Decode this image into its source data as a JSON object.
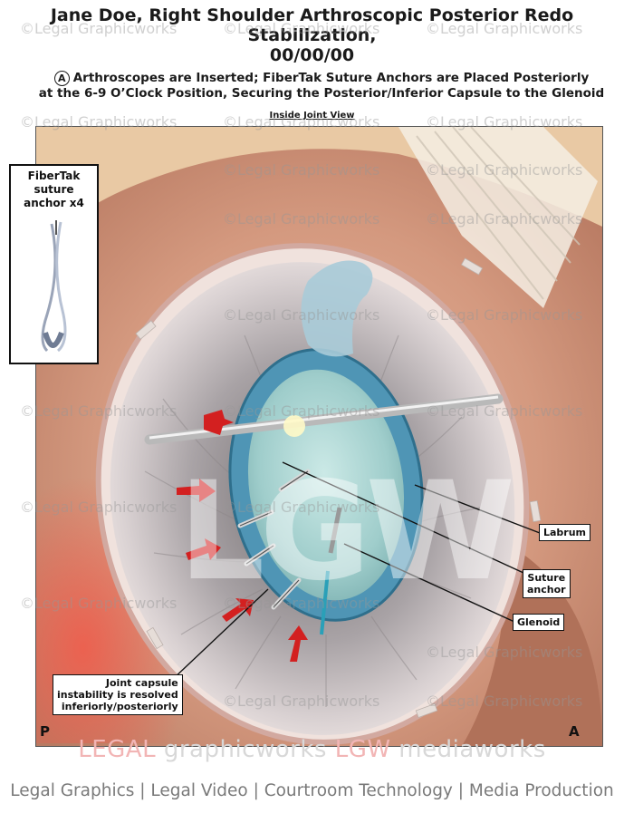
{
  "header": {
    "title_line1": "Jane Doe, Right Shoulder Arthroscopic Posterior Redo Stabilization,",
    "title_line2": "00/00/00",
    "step_letter": "A",
    "subtitle_line1": "Arthroscopes are Inserted; FiberTak Suture Anchors are Placed Posteriorly",
    "subtitle_line2": "at the 6-9 O’Clock Position, Securing the Posterior/Inferior Capsule to the Glenoid",
    "view_label": "Inside Joint View"
  },
  "inset": {
    "label_line1": "FiberTak",
    "label_line2": "suture",
    "label_line3": "anchor x4"
  },
  "callouts": {
    "labrum": "Labrum",
    "suture_anchor_line1": "Suture",
    "suture_anchor_line2": "anchor",
    "glenoid": "Glenoid",
    "capsule_line1": "Joint capsule",
    "capsule_line2": "instability is resolved",
    "capsule_line3": "inferiorly/posteriorly"
  },
  "orientation": {
    "posterior": "P",
    "anterior": "A"
  },
  "watermark": {
    "text": "©Legal Graphicworks",
    "center_mark": "LGW"
  },
  "branding": {
    "legal": "LEGAL",
    "graphicworks": " graphicworks ",
    "lgw": "LGW",
    "mediaworks": " mediaworks"
  },
  "footer": {
    "tagline": "Legal Graphics | Legal Video | Courtroom Technology | Media Production"
  },
  "colors": {
    "tissue": "#c98f7a",
    "capsule": "#b9b4b6",
    "cartilage": "#a9d4d2",
    "labrum": "#4f95b5",
    "arrow": "#d32020"
  }
}
